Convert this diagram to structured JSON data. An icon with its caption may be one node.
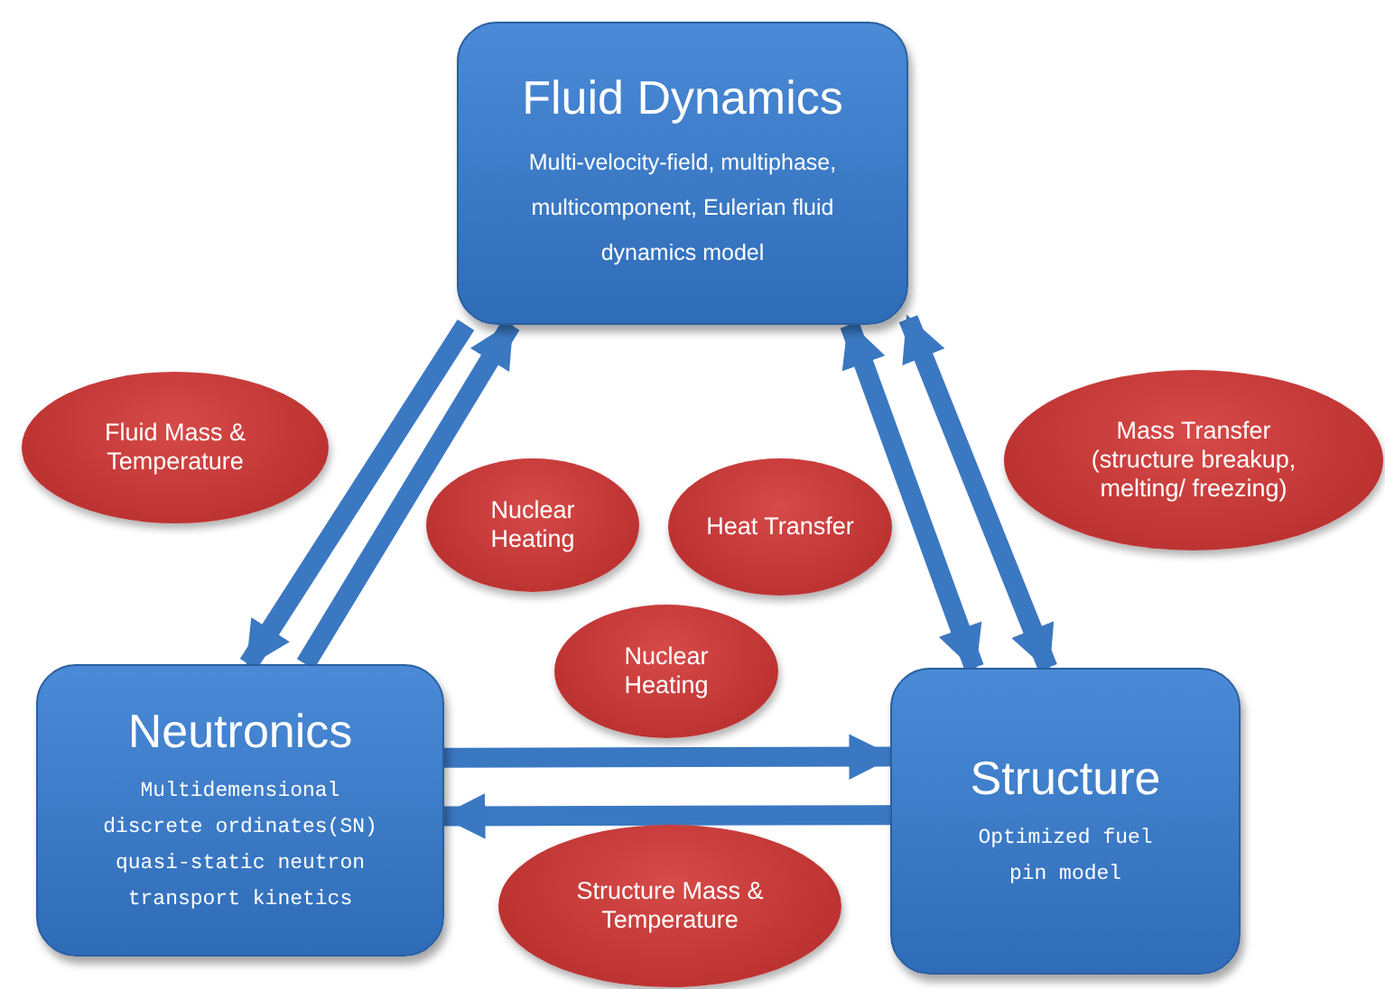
{
  "diagram": {
    "nodes": [
      {
        "text": [
          "Fluid Dynamics",
          "Multi-velocity-field, multiphase, multicomponent, Eulerian fluid dynamics model"
        ]
      },
      {
        "text": [
          "Neutronics",
          "Multidemensional discrete ordinates(SN) quasi-static neutron transport kinetics"
        ]
      },
      {
        "text": [
          "Structure",
          "Optimized fuel pin model"
        ]
      },
      {
        "text": [
          "Fluid Mass & Temperature"
        ]
      },
      {
        "text": [
          "Mass Transfer (structure breakup, melting/ freezing)"
        ]
      },
      {
        "text": [
          "Nuclear Heating"
        ]
      },
      {
        "text": [
          "Heat Transfer"
        ]
      },
      {
        "text": [
          "Nuclear Heating"
        ]
      },
      {
        "text": [
          "Structure Mass & Temperature"
        ]
      }
    ],
    "edges": [
      {
        "from": 0,
        "to": 1,
        "arrow": "to"
      },
      {
        "from": 1,
        "to": 0,
        "arrow": "to"
      },
      {
        "from": 0,
        "to": 2,
        "arrow": "both"
      },
      {
        "from": 0,
        "to": 2,
        "arrow": "both"
      },
      {
        "from": 1,
        "to": 2,
        "arrow": "to"
      },
      {
        "from": 2,
        "to": 1,
        "arrow": "to"
      }
    ]
  }
}
